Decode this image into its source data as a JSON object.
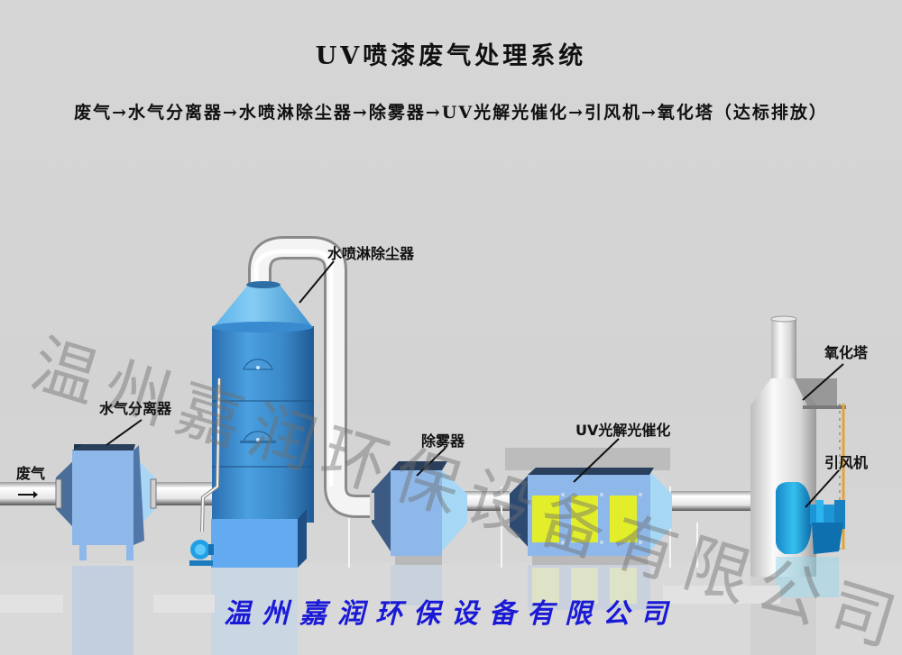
{
  "diagram": {
    "title": "UV喷漆废气处理系统",
    "flow_text": "废气→水气分离器→水喷淋除尘器→除雾器→UV光解光催化→引风机→氧化塔（达标排放）",
    "flow_steps": [
      "废气",
      "水气分离器",
      "水喷淋除尘器",
      "除雾器",
      "UV光解光催化",
      "引风机",
      "氧化塔（达标排放）"
    ],
    "labels": {
      "inlet": "废气",
      "separator": "水气分离器",
      "scrubber": "水喷淋除尘器",
      "demister": "除雾器",
      "uv_unit": "UV光解光催化",
      "fan": "引风机",
      "oxidation_tower": "氧化塔"
    },
    "inlet_arrow": "→",
    "watermark": "温州嘉润环保设备有限公司",
    "company": "温州嘉润环保设备有限公司",
    "colors": {
      "background": "#d4d4d4",
      "equipment_blue": "#8fb8ea",
      "tower_blue": "#3f8fd0",
      "uv_lamp_yellow": "#e2ee2a",
      "fan_cyan": "#22a8e0",
      "company_text": "#1a1ad6",
      "pipe": "#f2f2f2"
    }
  }
}
